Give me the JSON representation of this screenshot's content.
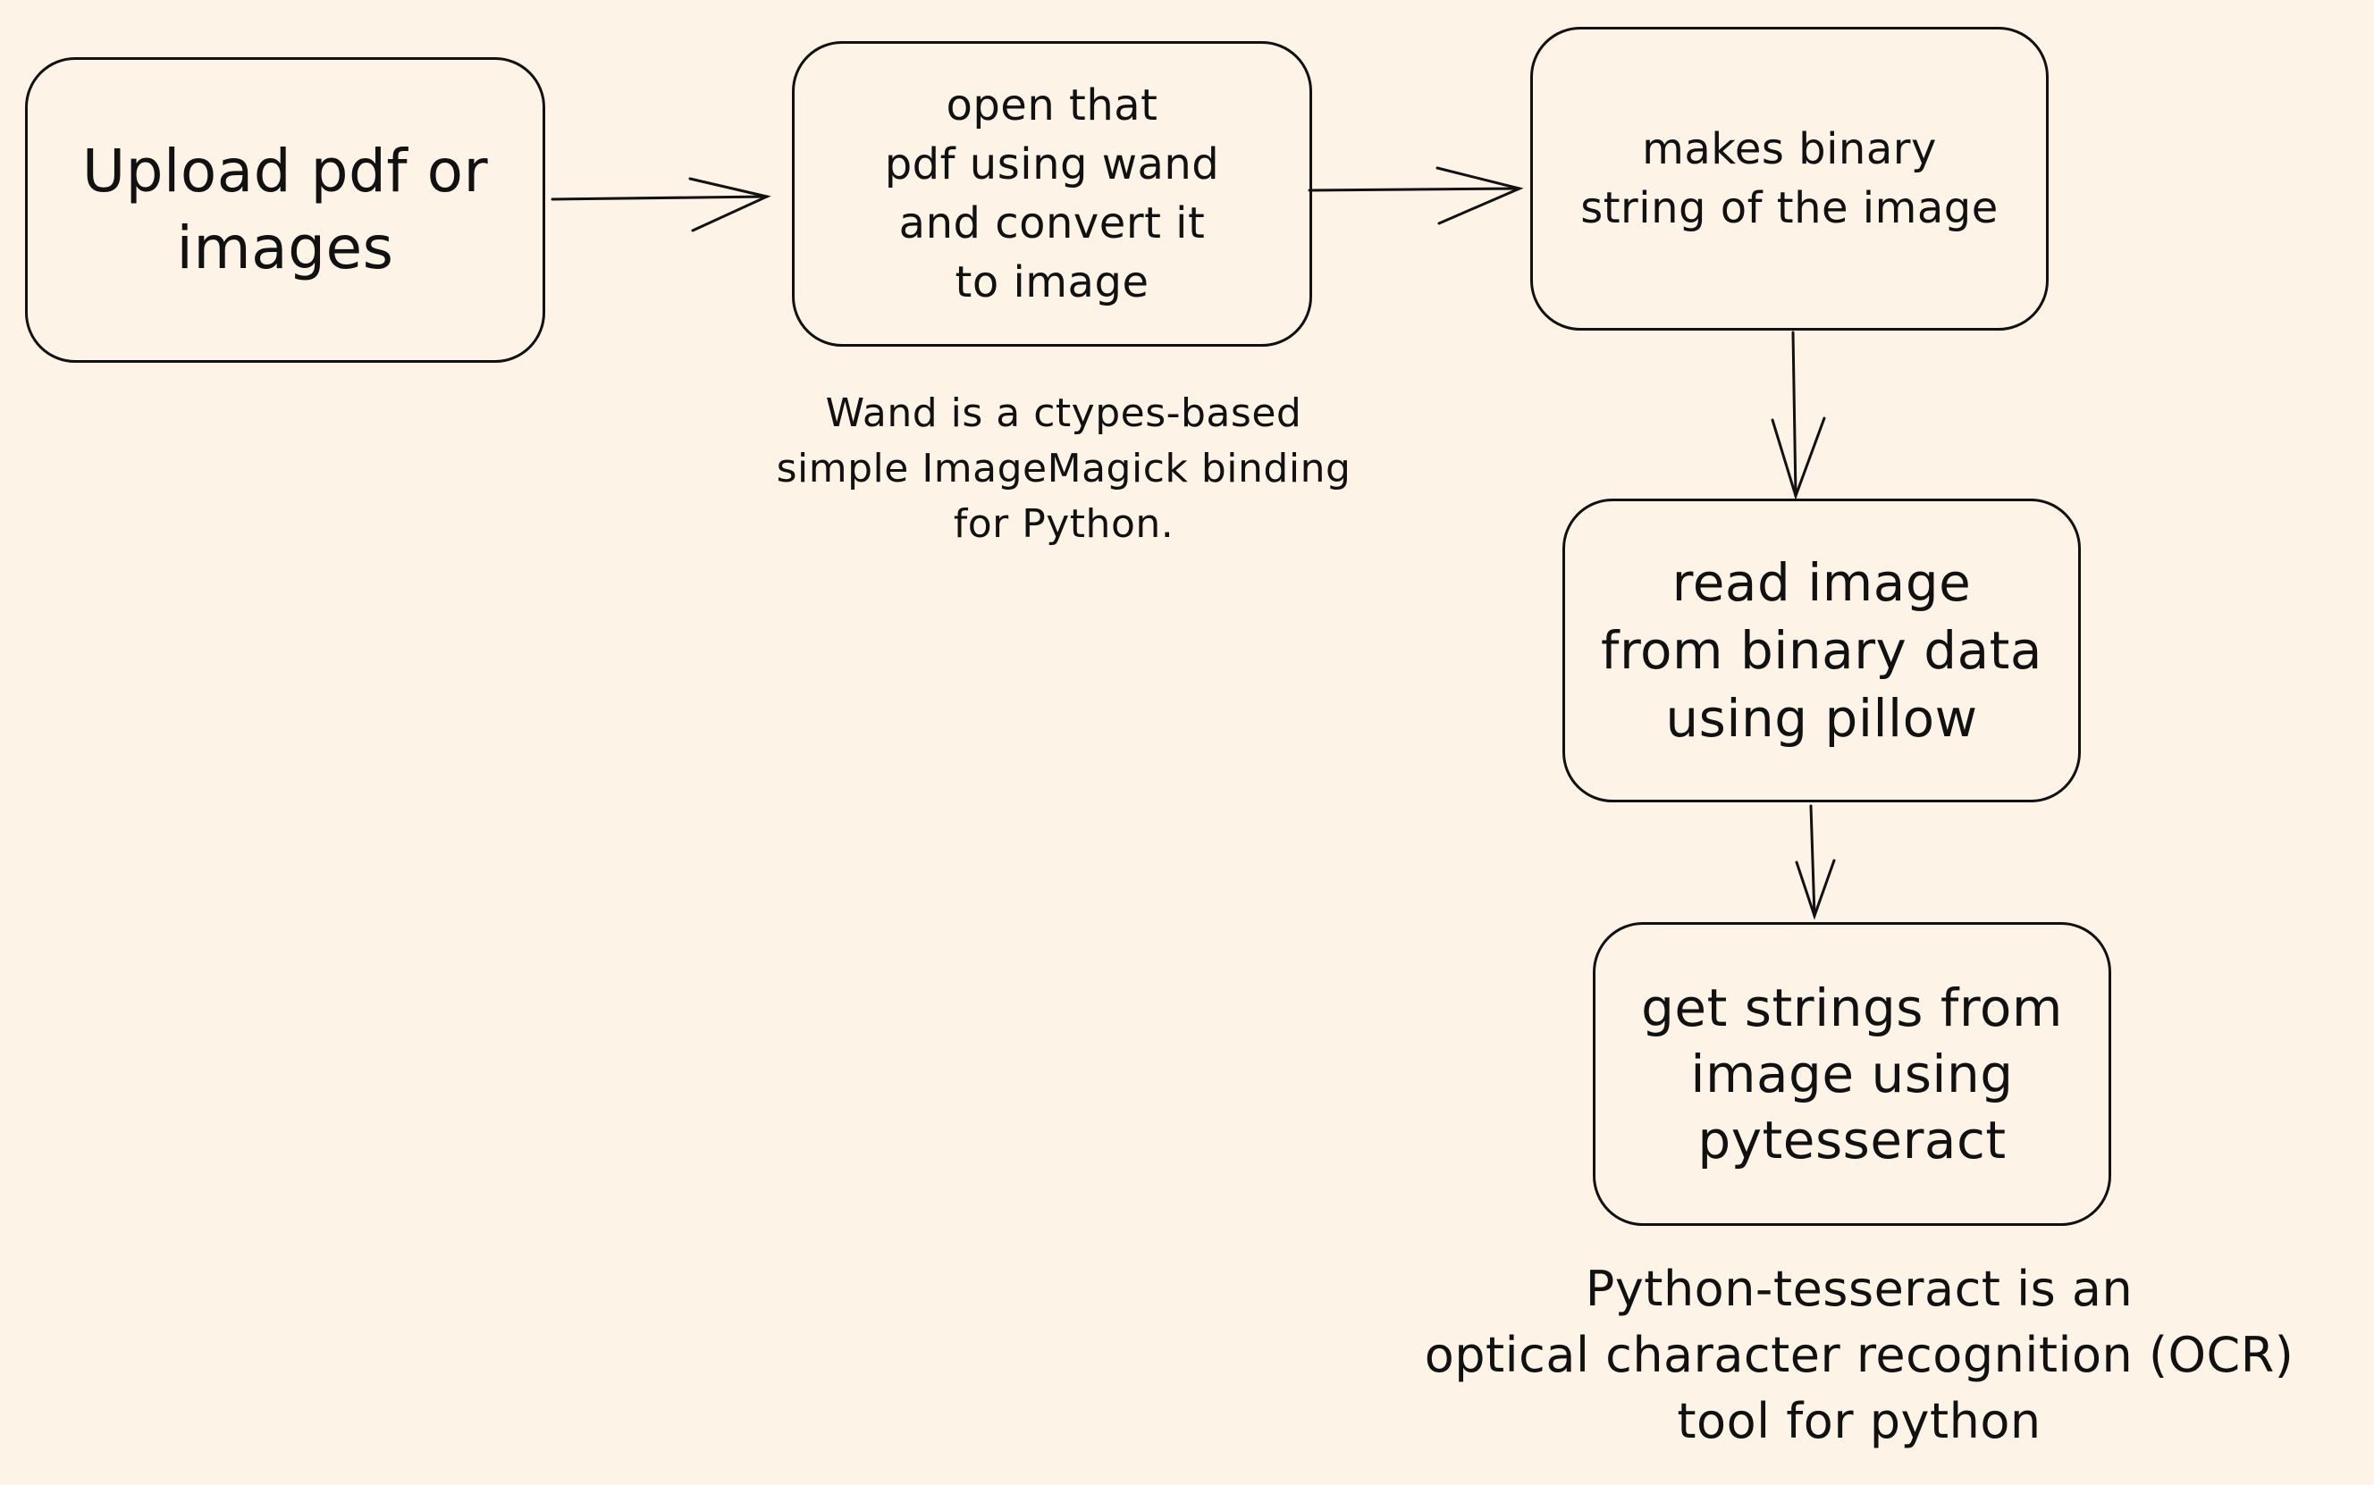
{
  "nodes": {
    "upload": {
      "label": "Upload pdf or\nimages"
    },
    "wand": {
      "label": "open that\npdf using wand\nand convert it\nto image"
    },
    "binary": {
      "label": "makes binary\nstring of the image"
    },
    "pillow": {
      "label": "read image\nfrom binary data\nusing pillow"
    },
    "tesseract": {
      "label": "get strings from\nimage using\npytesseract"
    }
  },
  "notes": {
    "wand_note": "Wand is a ctypes-based\nsimple ImageMagick binding\nfor Python.",
    "tesseract_note": "Python-tesseract is an\noptical character recognition (OCR)\ntool for python"
  },
  "edges": [
    {
      "from": "upload",
      "to": "wand"
    },
    {
      "from": "wand",
      "to": "binary"
    },
    {
      "from": "binary",
      "to": "pillow"
    },
    {
      "from": "pillow",
      "to": "tesseract"
    }
  ],
  "colors": {
    "background": "#fdf3e6",
    "stroke": "#111111"
  }
}
